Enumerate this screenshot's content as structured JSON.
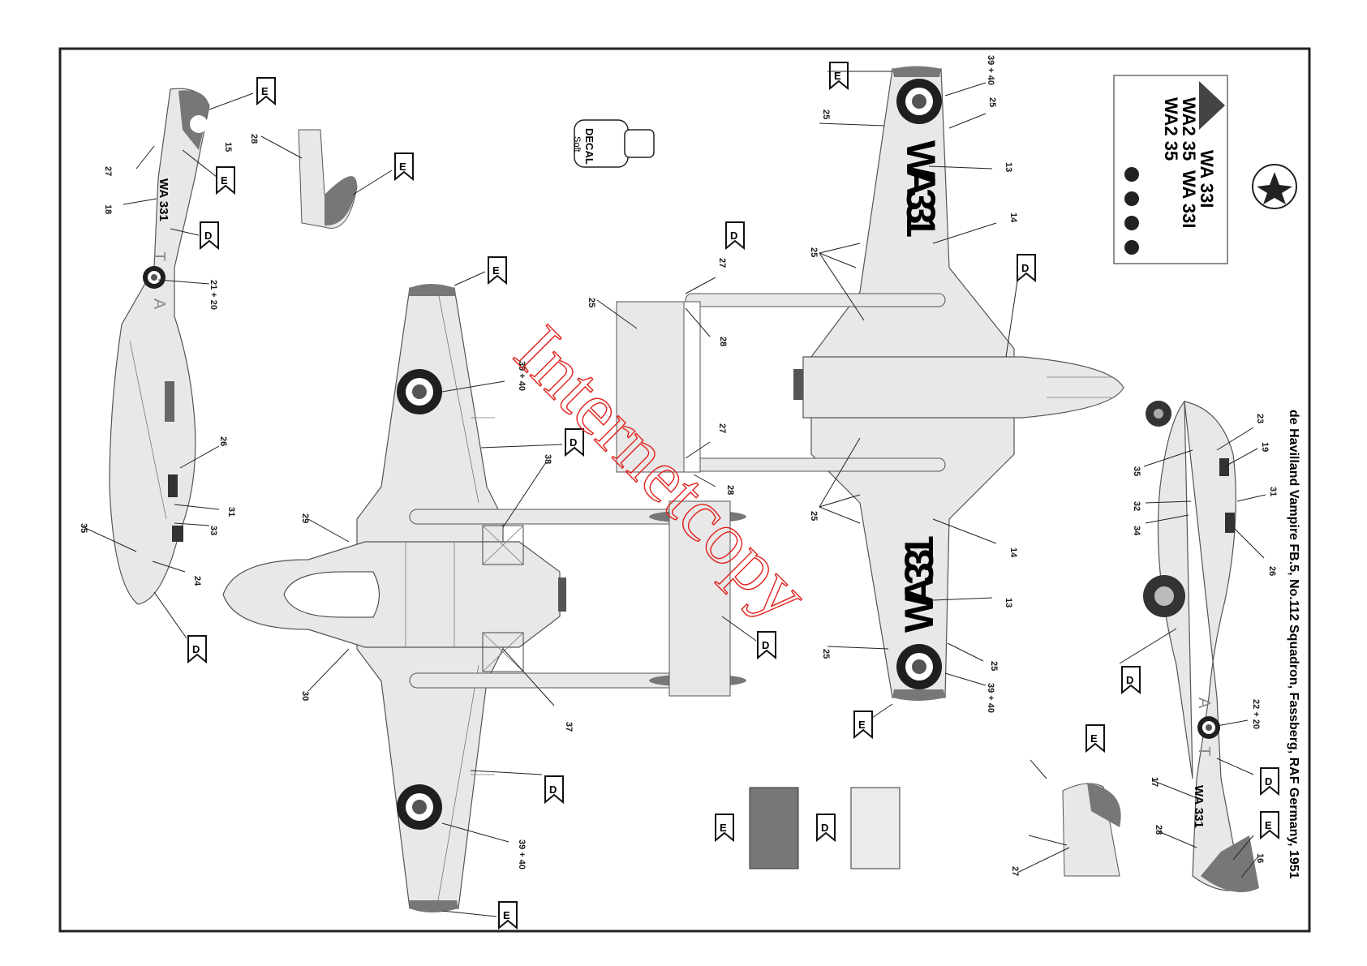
{
  "title": "de Havilland Vampire FB.5, No.112 Squadron, Fassberg, RAF Germany, 1951",
  "watermark": "Internetcopy",
  "serial_top": "WA 331",
  "serial_small": "WA 331",
  "serial_small_bottom": "WA 331",
  "code_t": "T",
  "code_a": "A",
  "decal_tin": {
    "line1": "DECAL",
    "line2": "Soft"
  },
  "colors": {
    "E": "#777777",
    "D": "#ebebeb",
    "roundel_outer": "#1f1f1f",
    "roundel_mid": "#ffffff",
    "roundel_center": "#555555"
  },
  "color_keys": [
    {
      "letter": "E",
      "hex": "#777777"
    },
    {
      "letter": "D",
      "hex": "#ebebeb"
    }
  ],
  "callouts": {
    "c15": "15",
    "c16": "16",
    "c17": "17",
    "c18": "18",
    "c13a": "13",
    "c13b": "13",
    "c14a": "14",
    "c14b": "14",
    "c19": "19",
    "c2120": "21 + 20",
    "c2220": "22 + 20",
    "c23": "23",
    "c24": "24",
    "c25a": "25",
    "c25b": "25",
    "c25c": "25",
    "c25d": "25",
    "c25e": "25",
    "c25f": "25",
    "c25g": "25",
    "c26a": "26",
    "c26b": "26",
    "c27a": "27",
    "c27b": "27",
    "c27c": "27",
    "c27d": "27",
    "c28a": "28",
    "c28b": "28",
    "c28c": "28",
    "c28d": "28",
    "c29": "29",
    "c30": "30",
    "c31a": "31",
    "c31b": "31",
    "c32": "32",
    "c33": "33",
    "c34": "34",
    "c35a": "35",
    "c35b": "35",
    "c37": "37",
    "c38": "38",
    "c3940a": "39 + 40",
    "c3940b": "39 + 40",
    "c3940c": "39 + 40",
    "c3940d": "39 + 40"
  },
  "sheet_text": {
    "a": "WA2 35",
    "b": "WA2 35",
    "c": "WA 33I",
    "d": "WA 33I"
  }
}
